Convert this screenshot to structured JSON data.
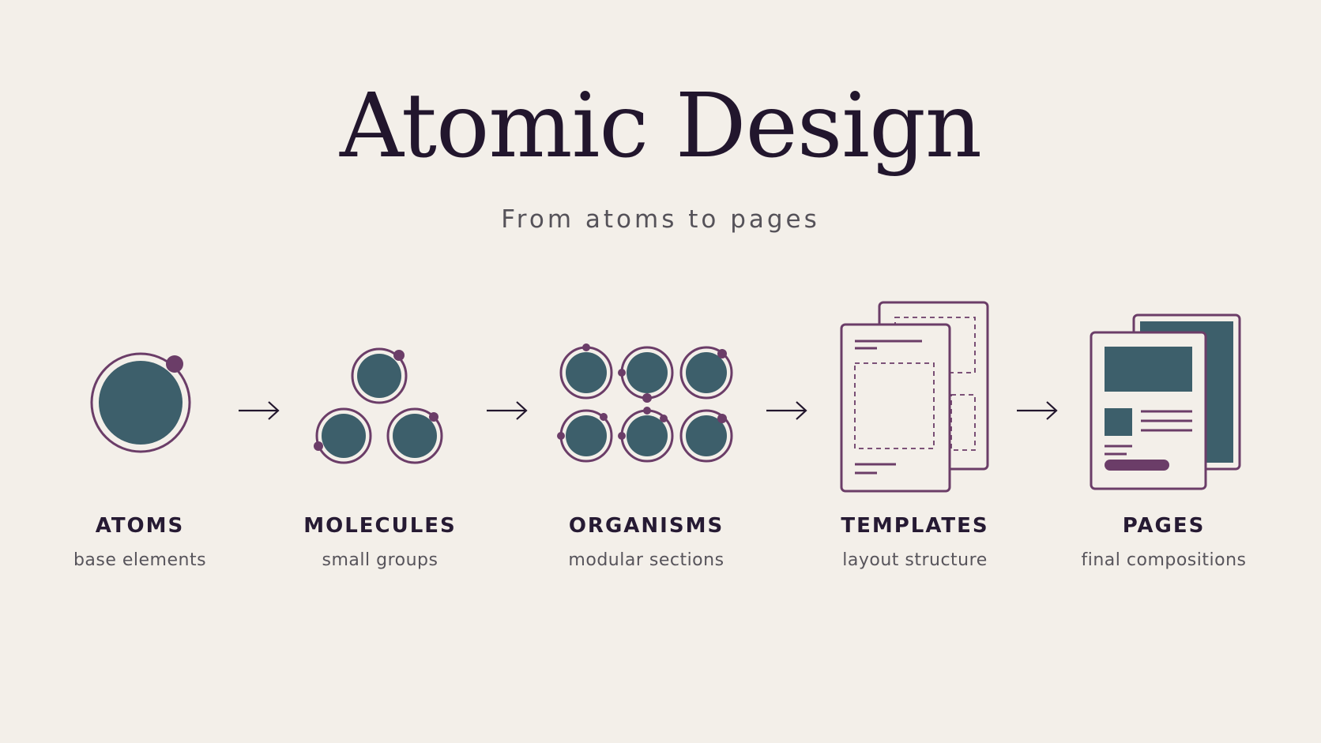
{
  "title": "Atomic Design",
  "subtitle": "From atoms to pages",
  "colors": {
    "background": "#f3efe9",
    "teal": "#3d5f6b",
    "purple": "#6b3d68",
    "ink": "#22162d"
  },
  "stages": [
    {
      "label": "ATOMS",
      "description": "base elements",
      "icon": "atom-icon"
    },
    {
      "label": "MOLECULES",
      "description": "small groups",
      "icon": "molecule-icon"
    },
    {
      "label": "ORGANISMS",
      "description": "modular sections",
      "icon": "organism-icon"
    },
    {
      "label": "TEMPLATES",
      "description": "layout structure",
      "icon": "template-icon"
    },
    {
      "label": "PAGES",
      "description": "final compositions",
      "icon": "page-icon"
    }
  ],
  "connector_icon": "arrow-right-icon"
}
